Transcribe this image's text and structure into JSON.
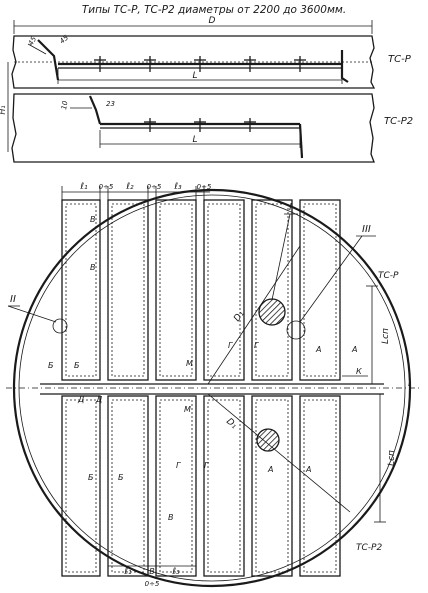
{
  "title": "Типы ТС-Р, ТС-Р2 диаметры от 2200 до 3600мм.",
  "section_views": {
    "top": {
      "type_label": "ТС-Р",
      "dim_overall": "D",
      "dim_span": "L",
      "dim_height": "H₁",
      "angle_a": "45",
      "angle_b": "45"
    },
    "bottom": {
      "type_label": "ТС-Р2",
      "dim_span": "L",
      "dim_a": "10",
      "dim_b": "23"
    }
  },
  "plan_view": {
    "type_label_upper": "ТС-Р",
    "type_label_lower": "ТС-Р2",
    "top_dims": {
      "l1": "ℓ₁",
      "g1": "0÷5",
      "l2": "ℓ₂",
      "g2": "0÷5",
      "l3": "ℓ₃",
      "g3": "0÷5"
    },
    "bottom_dims": {
      "l1": "ℓ₁",
      "b": "В",
      "l3": "ℓ₃",
      "gap": "0÷5"
    },
    "right_dims": {
      "upper": "Lсп",
      "lower": "Lсп",
      "k": "К"
    },
    "diameters": {
      "upper": "D₁",
      "lower": "D₁"
    },
    "callouts": {
      "c1": "I",
      "c2": "II",
      "c3": "III",
      "axis": "I"
    },
    "section_marks": {
      "B": "В",
      "Б": "Б",
      "Г": "Г",
      "А": "А",
      "М": "М",
      "Д": "Д"
    }
  }
}
